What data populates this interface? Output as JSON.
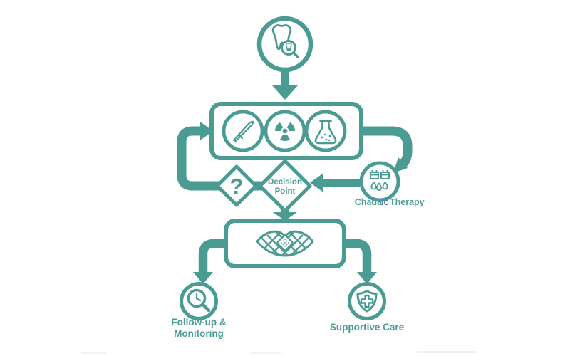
{
  "colors": {
    "teal": "#4a9c93",
    "blue": "#5f74cc",
    "background": "#ffffff"
  },
  "flowchart": {
    "diagnosis_node": {
      "icon": "tooth-magnifier-icon"
    },
    "treatment_box": {
      "icons": [
        "scalpel-icon",
        "radiation-icon",
        "flask-icon"
      ]
    },
    "question_node": {
      "label": "?"
    },
    "decision_node": {
      "line1": "Decision",
      "line2": "Point"
    },
    "therapy_node": {
      "icon": "iv-drip-icon",
      "label_part1": "Chada",
      "label_part2": "ic",
      "label_part3": "Therapy"
    },
    "oral_care_box": {
      "icon": "lips-bandage-icon"
    },
    "followup_node": {
      "icon": "magnifier-clock-icon",
      "line1": "Follow-up &",
      "line2": "Monitoring"
    },
    "supportive_node": {
      "icon": "shield-plus-icon",
      "label": "Supportive Care"
    }
  }
}
